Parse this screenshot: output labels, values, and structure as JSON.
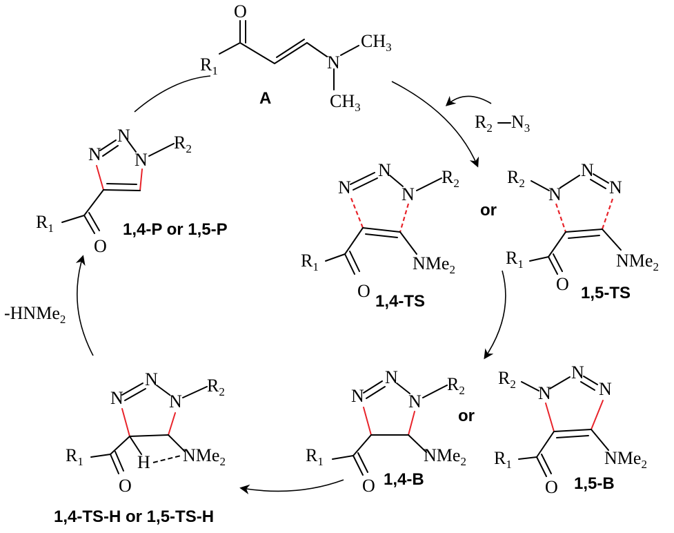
{
  "atoms": {
    "N": "N",
    "O": "O",
    "R": "R",
    "H": "H",
    "CH": "CH",
    "NMe": "NMe",
    "sub1": "1",
    "sub2": "2",
    "sub3": "3",
    "sep": "–"
  },
  "labels": {
    "A": "A",
    "product": "1,4-P or 1,5-P",
    "ts14": "1,4-TS",
    "ts15": "1,5-TS",
    "b14": "1,4-B",
    "b15": "1,5-B",
    "tsh": "1,4-TS-H or 1,5-TS-H",
    "or1": "or",
    "or2": "or",
    "elim_prefix": "-HNMe",
    "elim_sub": "2"
  }
}
